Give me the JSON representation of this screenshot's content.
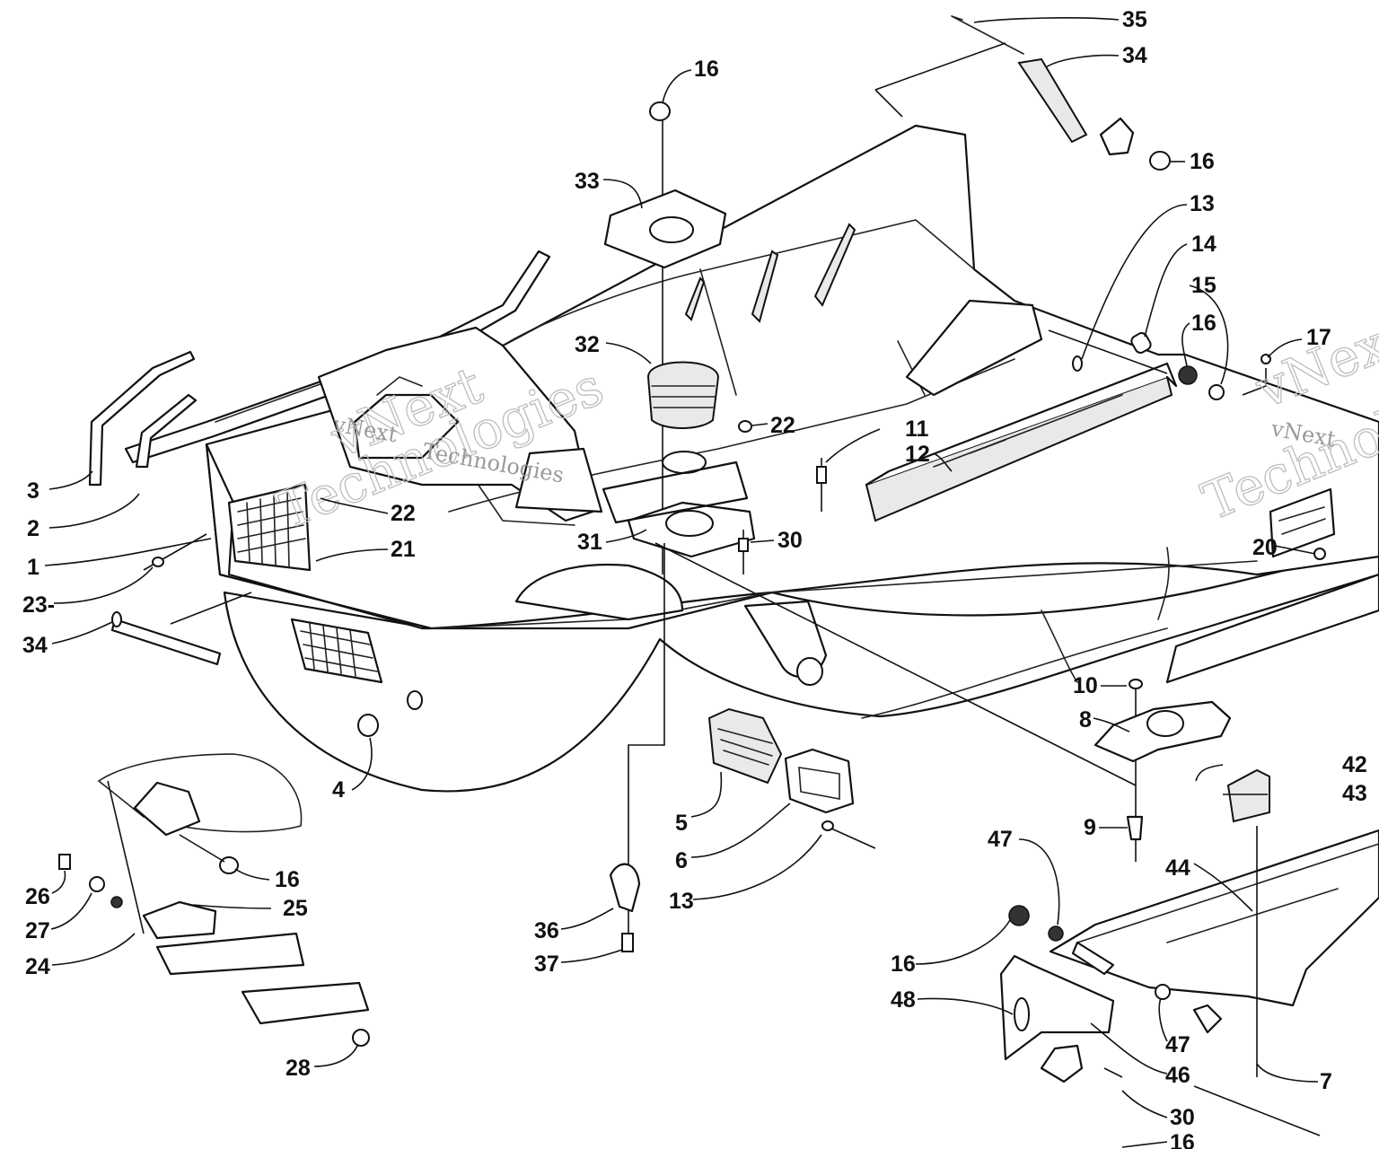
{
  "watermark": {
    "line1": "vNext",
    "line2": "Technologies"
  },
  "callouts": [
    {
      "id": "c35",
      "text": "35"
    },
    {
      "id": "c34a",
      "text": "34"
    },
    {
      "id": "c16a",
      "text": "16"
    },
    {
      "id": "c16b",
      "text": "16"
    },
    {
      "id": "c33",
      "text": "33"
    },
    {
      "id": "c13a",
      "text": "13"
    },
    {
      "id": "c14",
      "text": "14"
    },
    {
      "id": "c15",
      "text": "15"
    },
    {
      "id": "c16c",
      "text": "16"
    },
    {
      "id": "c17",
      "text": "17"
    },
    {
      "id": "c32",
      "text": "32"
    },
    {
      "id": "c22a",
      "text": "22"
    },
    {
      "id": "c11",
      "text": "11"
    },
    {
      "id": "c12",
      "text": "12"
    },
    {
      "id": "c3",
      "text": "3"
    },
    {
      "id": "c2",
      "text": "2"
    },
    {
      "id": "c22b",
      "text": "22"
    },
    {
      "id": "c1",
      "text": "1"
    },
    {
      "id": "c21",
      "text": "21"
    },
    {
      "id": "c31",
      "text": "31"
    },
    {
      "id": "c30a",
      "text": "30"
    },
    {
      "id": "c20",
      "text": "20"
    },
    {
      "id": "c23",
      "text": "23-"
    },
    {
      "id": "c34b",
      "text": "34"
    },
    {
      "id": "c10",
      "text": "10"
    },
    {
      "id": "c8",
      "text": "8"
    },
    {
      "id": "c4",
      "text": "4"
    },
    {
      "id": "c42",
      "text": "42"
    },
    {
      "id": "c43",
      "text": "43"
    },
    {
      "id": "c5",
      "text": "5"
    },
    {
      "id": "c9",
      "text": "9"
    },
    {
      "id": "c6",
      "text": "6"
    },
    {
      "id": "c47a",
      "text": "47"
    },
    {
      "id": "c44",
      "text": "44"
    },
    {
      "id": "c16d",
      "text": "16"
    },
    {
      "id": "c26",
      "text": "26"
    },
    {
      "id": "c25",
      "text": "25"
    },
    {
      "id": "c13b",
      "text": "13"
    },
    {
      "id": "c27",
      "text": "27"
    },
    {
      "id": "c36",
      "text": "36"
    },
    {
      "id": "c24",
      "text": "24"
    },
    {
      "id": "c37",
      "text": "37"
    },
    {
      "id": "c16e",
      "text": "16"
    },
    {
      "id": "c48",
      "text": "48"
    },
    {
      "id": "c47b",
      "text": "47"
    },
    {
      "id": "c46",
      "text": "46"
    },
    {
      "id": "c7",
      "text": "7"
    },
    {
      "id": "c28",
      "text": "28"
    },
    {
      "id": "c30b",
      "text": "30"
    },
    {
      "id": "c16f",
      "text": "16"
    }
  ]
}
